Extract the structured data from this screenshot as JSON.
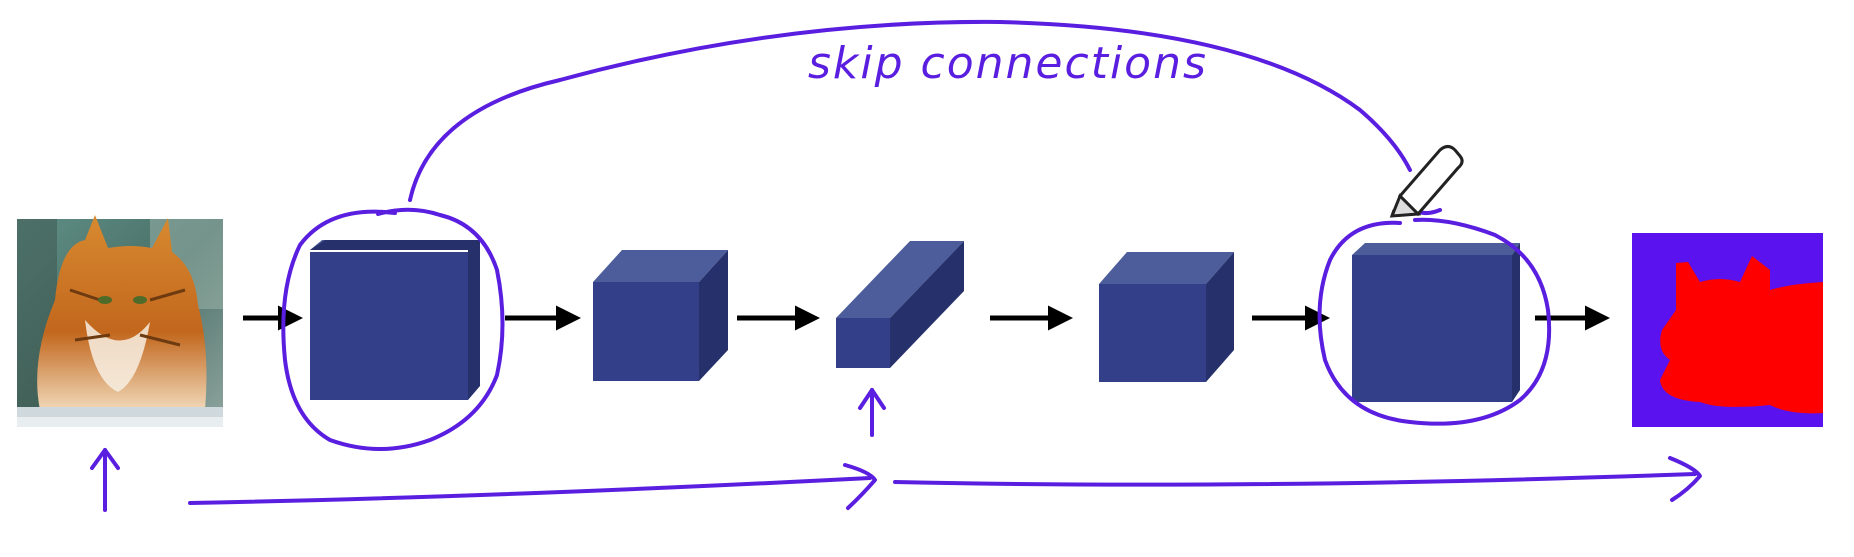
{
  "annotation": {
    "label": "skip connections"
  },
  "colors": {
    "ink": "#5a1ee0",
    "cube_front": "#343f8a",
    "cube_top": "#4d5d9c",
    "cube_side": "#26306b",
    "mask_background": "#5a12ee",
    "mask_foreground": "#ff0000",
    "flow_arrow": "#000000"
  },
  "icons": [
    "pen-cursor-icon",
    "cat-photo",
    "segmentation-mask"
  ]
}
